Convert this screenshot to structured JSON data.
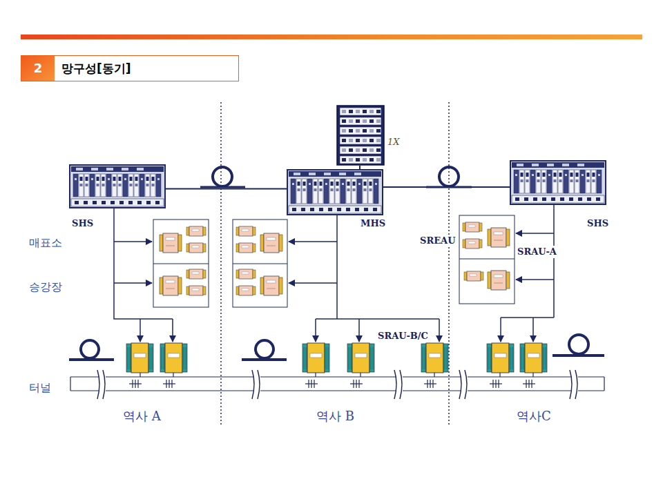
{
  "diagram": {
    "title": "망구성[동기]",
    "nodes": [
      {
        "text": [
          "1X"
        ]
      },
      {
        "text": [
          "SHS"
        ]
      },
      {
        "text": [
          "MHS"
        ]
      },
      {
        "text": [
          "SHS"
        ]
      }
    ],
    "edges": [
      {
        "from": 0,
        "to": 2,
        "arrow": "none"
      },
      {
        "from": 1,
        "to": 2,
        "arrow": "none"
      },
      {
        "from": 2,
        "to": 3,
        "arrow": "none"
      }
    ],
    "labels": [
      "2",
      "매표소",
      "승강장",
      "SREAU",
      "SRAU-A",
      "SRAU-B/C",
      "터널",
      "역사 A",
      "역사 B",
      "역사C"
    ]
  }
}
